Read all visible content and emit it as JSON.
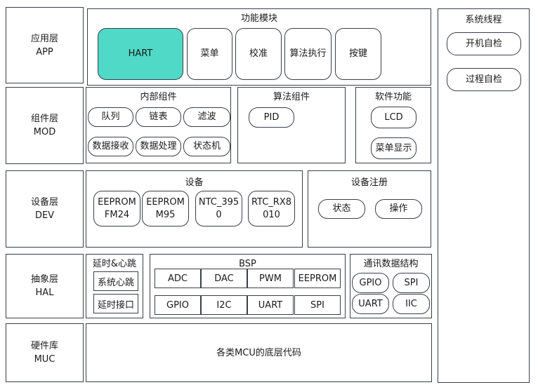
{
  "layers": [
    {
      "name": "应用层",
      "code": "APP"
    },
    {
      "name": "组件层",
      "code": "MOD"
    },
    {
      "name": "设备层",
      "code": "DEV"
    },
    {
      "name": "抽象层",
      "code": "HAL"
    },
    {
      "name": "硬件库",
      "code": "MUC"
    }
  ],
  "app": {
    "title": "功能模块",
    "modules": [
      "HART",
      "菜单",
      "校准",
      "算法执行",
      "按键"
    ]
  },
  "mod": {
    "internal": {
      "title": "内部组件",
      "items": [
        "队列",
        "链表",
        "滤波",
        "数据接收",
        "数据处理",
        "状态机"
      ]
    },
    "algo": {
      "title": "算法组件",
      "items": [
        "PID"
      ]
    },
    "soft": {
      "title": "软件功能",
      "items": [
        "LCD",
        "菜单显示"
      ]
    }
  },
  "dev": {
    "devices": {
      "title": "设备",
      "items": [
        [
          "EEPROM",
          "FM24"
        ],
        [
          "EEPROM",
          "M95"
        ],
        [
          "NTC_395",
          "0"
        ],
        [
          "RTC_RX8",
          "010"
        ]
      ]
    },
    "register": {
      "title": "设备注册",
      "items": [
        "状态",
        "操作"
      ]
    }
  },
  "hal": {
    "delay": {
      "title": "延时&心跳",
      "items": [
        "系统心跳",
        "延时接口"
      ]
    },
    "bsp": {
      "title": "BSP",
      "items": [
        "ADC",
        "DAC",
        "PWM",
        "EEPROM",
        "GPIO",
        "I2C",
        "UART",
        "SPI"
      ]
    },
    "comm": {
      "title": "通讯数据结构",
      "items": [
        "GPIO",
        "SPI",
        "UART",
        "IIC"
      ]
    }
  },
  "muc": {
    "text": "各类MCU的底层代码"
  },
  "thread": {
    "title": "系统线程",
    "items": [
      "开机自检",
      "过程自检"
    ]
  },
  "colors": {
    "highlight": "#4fd9c6",
    "border": "#3a3f47"
  }
}
